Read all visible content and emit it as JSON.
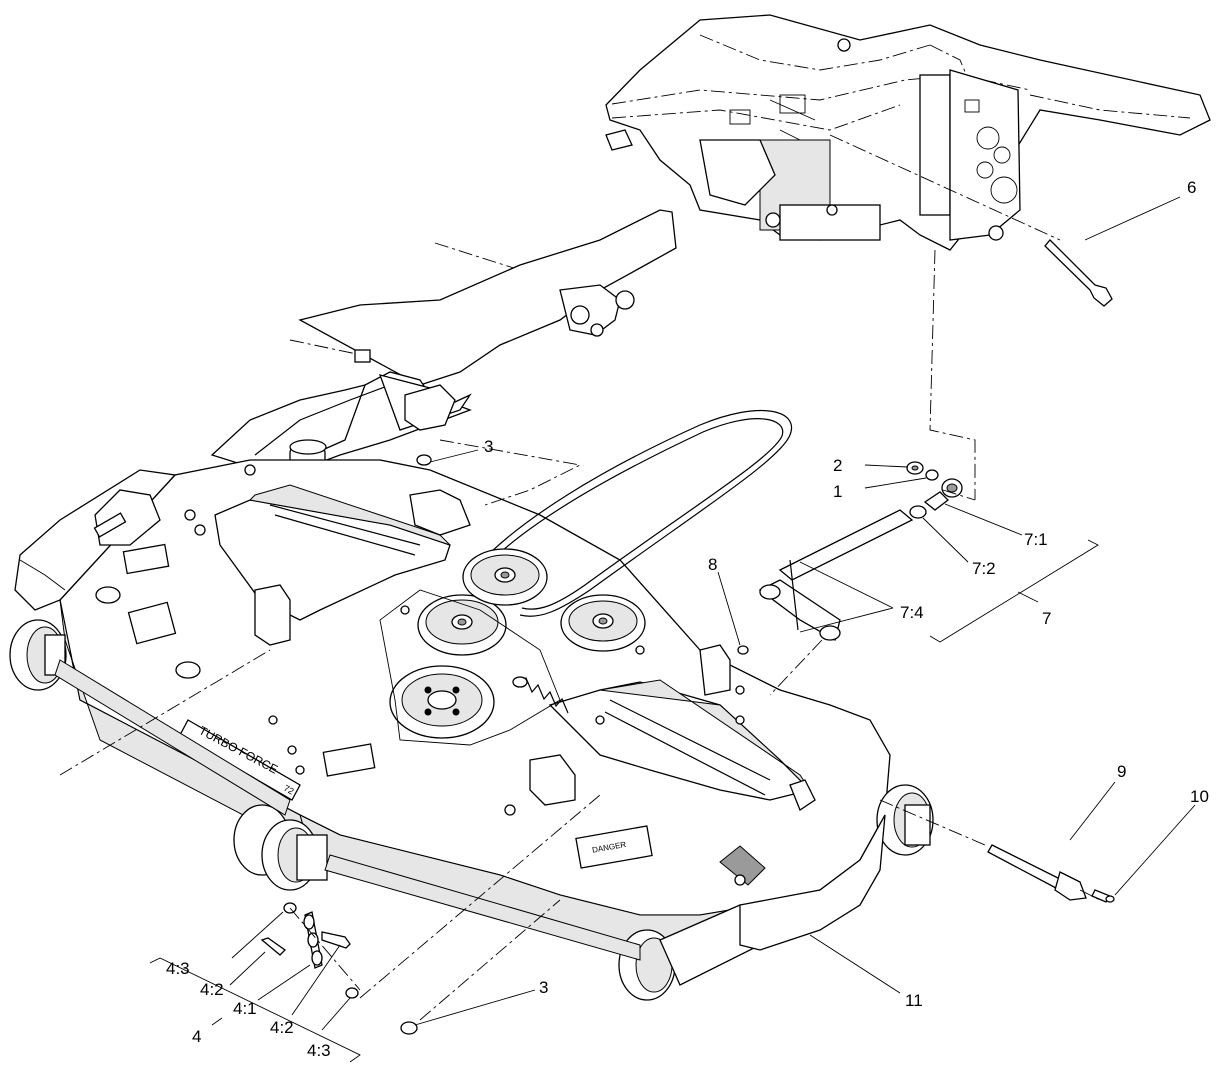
{
  "callouts": {
    "c1": "1",
    "c2": "2",
    "c3a": "3",
    "c3b": "3",
    "c4": "4",
    "c4_1": "4:1",
    "c4_2a": "4:2",
    "c4_2b": "4:2",
    "c4_3a": "4:3",
    "c4_3b": "4:3",
    "c6": "6",
    "c7": "7",
    "c7_1": "7:1",
    "c7_2": "7:2",
    "c7_4": "7:4",
    "c8": "8",
    "c9": "9",
    "c10": "10",
    "c11": "11"
  },
  "decals": {
    "deck_logo": "TURBO FORCE",
    "deck_size": "72",
    "danger_decal": "DANGER"
  }
}
